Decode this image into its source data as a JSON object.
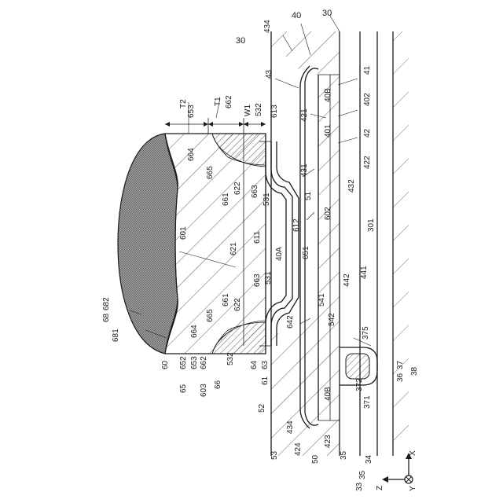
{
  "labels": {
    "l30a": "30",
    "l30b": "30",
    "l40": "40",
    "l434a": "434",
    "l43": "43",
    "l41": "41",
    "l40Ba": "40B",
    "l402": "402",
    "l421": "421",
    "l401": "401",
    "l42": "42",
    "l431": "431",
    "l422": "422",
    "l432": "432",
    "l51": "51",
    "l602": "602",
    "l301": "301",
    "l612": "612",
    "l651": "651",
    "l441": "441",
    "l442": "442",
    "l541": "541",
    "l542": "542",
    "l375": "375",
    "l37": "37",
    "l36": "36",
    "l38": "38",
    "l372": "372",
    "l371": "371",
    "l40Bb": "40B",
    "l434b": "434",
    "l424": "424",
    "l423": "423",
    "l50": "50",
    "l35a": "35",
    "l35b": "35",
    "l34": "34",
    "l33": "33",
    "l53": "53",
    "l52": "52",
    "l653a": "653",
    "l662a": "662",
    "lT2": "T2",
    "lT1": "T1",
    "lW1": "W1",
    "l532a": "532",
    "l613": "613",
    "l664a": "664",
    "l665a": "665",
    "l661a": "661",
    "l622a": "622",
    "l663a": "663",
    "l531a": "531",
    "l601": "601",
    "l621": "621",
    "l611": "611",
    "l40A": "40A",
    "l663b": "663",
    "l531b": "531",
    "l622b": "622",
    "l661b": "661",
    "l665b": "665",
    "l664b": "664",
    "l68": "68",
    "l682": "682",
    "l681": "681",
    "l652": "652",
    "l653b": "653",
    "l662b": "662",
    "l60": "60",
    "l65": "65",
    "l603": "603",
    "l66": "66",
    "l532b": "532",
    "l642": "642",
    "l64": "64",
    "l63": "63",
    "l61": "61",
    "axisX": "X",
    "axisY": "Y",
    "axisZ": "Z"
  }
}
